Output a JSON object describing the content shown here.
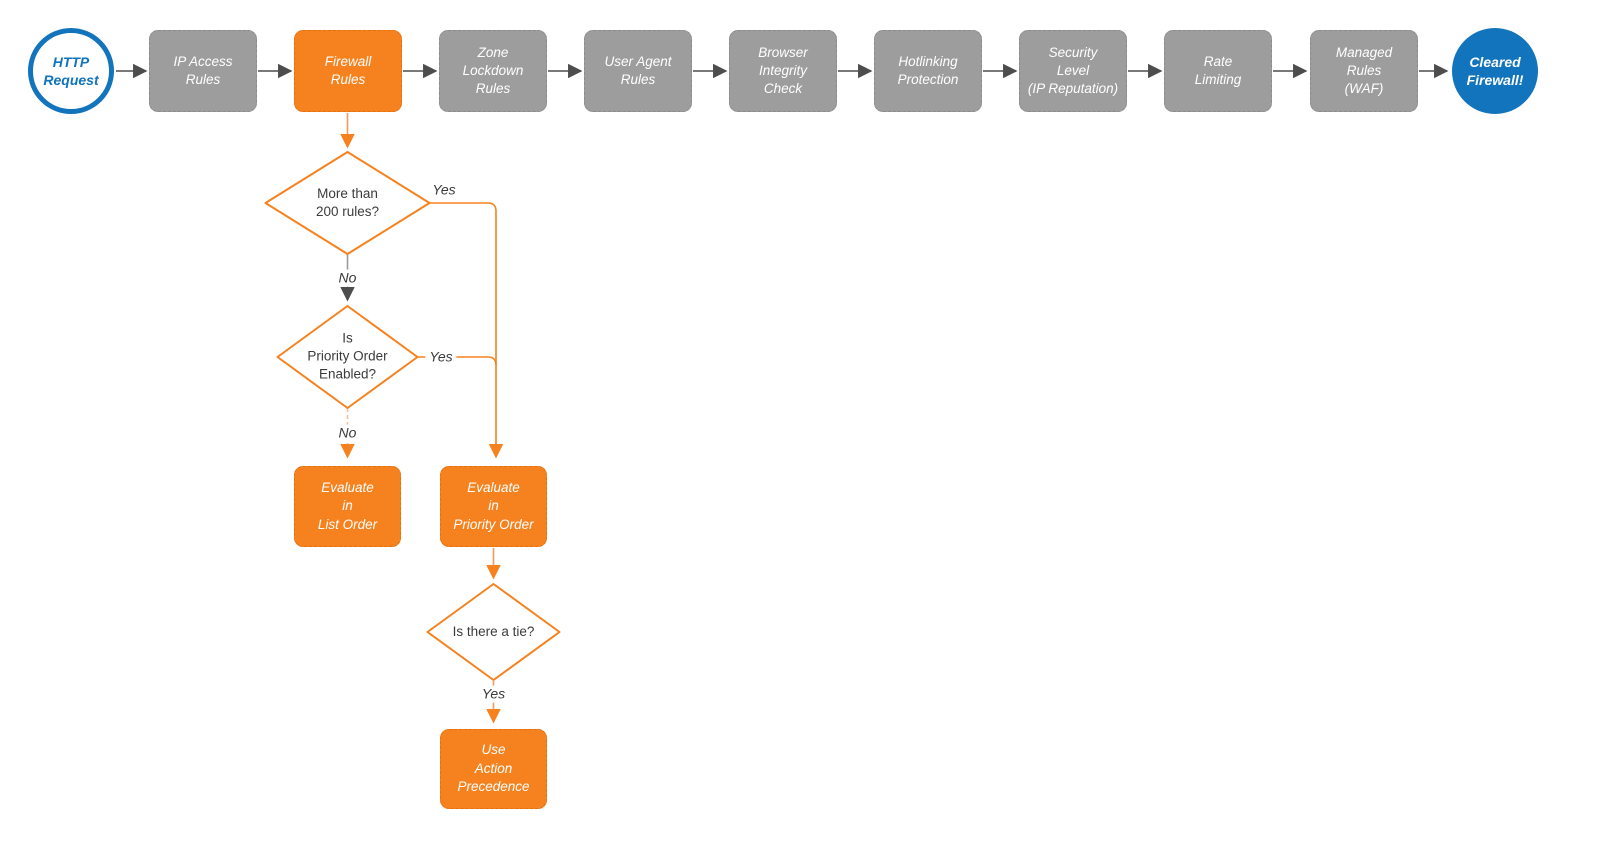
{
  "colors": {
    "orange": "#F6821F",
    "orange_light": "#F49A5C",
    "orange_pale": "#F8BD96",
    "gray_fill": "#9D9D9D",
    "gray_line": "#9B9B9B",
    "arrow_dark": "#4D4D4D",
    "blue": "#1274BC",
    "text_dark": "#3B3B3B"
  },
  "pipeline": {
    "start": {
      "label": "HTTP\nRequest"
    },
    "stages": [
      {
        "label": "IP Access\nRules",
        "variant": "gray"
      },
      {
        "label": "Firewall\nRules",
        "variant": "orange"
      },
      {
        "label": "Zone\nLockdown\nRules",
        "variant": "gray"
      },
      {
        "label": "User Agent\nRules",
        "variant": "gray"
      },
      {
        "label": "Browser\nIntegrity\nCheck",
        "variant": "gray"
      },
      {
        "label": "Hotlinking\nProtection",
        "variant": "gray"
      },
      {
        "label": "Security\nLevel\n(IP Reputation)",
        "variant": "gray"
      },
      {
        "label": "Rate\nLimiting",
        "variant": "gray"
      },
      {
        "label": "Managed\nRules\n(WAF)",
        "variant": "gray"
      }
    ],
    "end": {
      "label": "Cleared\nFirewall!"
    }
  },
  "branch": {
    "more_than_200": {
      "question": "More than\n200 rules?",
      "yes": "Yes",
      "no": "No"
    },
    "priority_enabled": {
      "question": "Is\nPriority Order\nEnabled?",
      "yes": "Yes",
      "no": "No"
    },
    "tie": {
      "question": "Is there a tie?",
      "yes": "Yes"
    },
    "evaluate_list": {
      "label": "Evaluate\nin\nList Order"
    },
    "evaluate_priority": {
      "label": "Evaluate\nin\nPriority Order"
    },
    "action_precedence": {
      "label": "Use\nAction\nPrecedence"
    }
  }
}
